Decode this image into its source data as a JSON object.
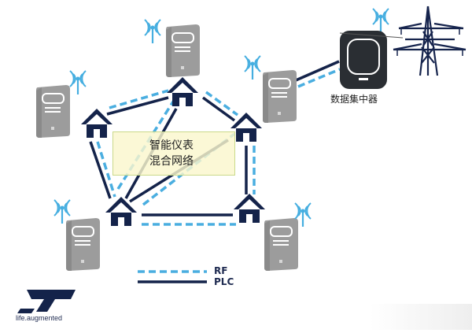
{
  "center_label": {
    "line1": "智能仪表",
    "line2": "混合网络"
  },
  "collector_label": "数据集中器",
  "legend": {
    "rf": "RF",
    "plc": "PLC"
  },
  "logo": {
    "tagline": "life.augmented"
  },
  "colors": {
    "house": "#14234a",
    "rf_line": "#4aaee0",
    "plc_line": "#14234a",
    "meter": "#9c9c9c",
    "wifi": "#45aee0",
    "collector": "#2a2e33",
    "tower": "#16244d"
  }
}
